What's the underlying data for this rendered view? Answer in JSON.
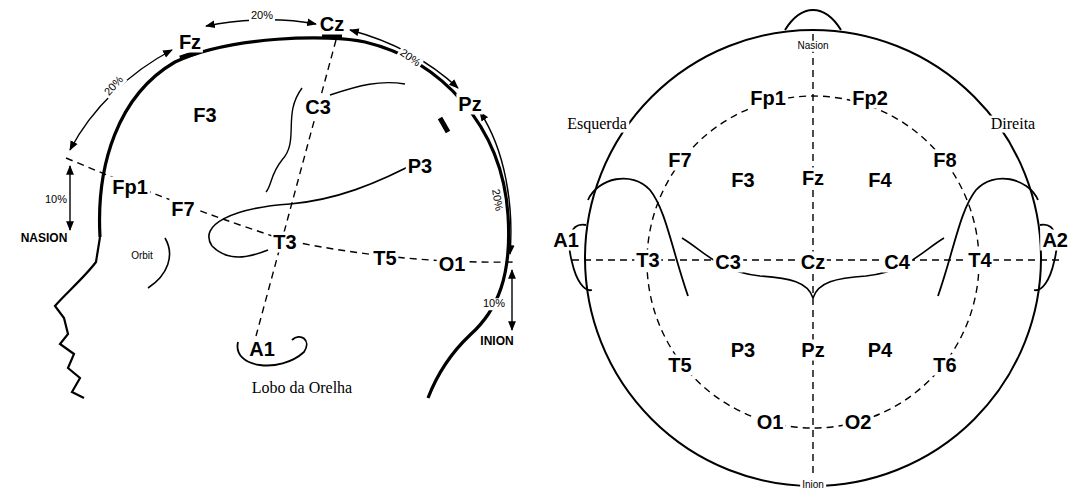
{
  "diagram": {
    "labels": [
      "20%",
      "Fz",
      "Cz",
      "20%",
      "20%",
      "Pz",
      "F3",
      "C3",
      "P3",
      "Fp1",
      "F7",
      "10%",
      "NASION",
      "Orbit",
      "T3",
      "T5",
      "O1",
      "20%",
      "10%",
      "INION",
      "A1",
      "Lobo da Orelha",
      "Esquerda",
      "Direita",
      "Nasion",
      "Fp1",
      "Fp2",
      "F7",
      "F3",
      "Fz",
      "F4",
      "F8",
      "A1",
      "T3",
      "C3",
      "Cz",
      "C4",
      "T4",
      "A2",
      "P3",
      "Pz",
      "P4",
      "T5",
      "T6",
      "O1",
      "O2",
      "Inion"
    ]
  }
}
